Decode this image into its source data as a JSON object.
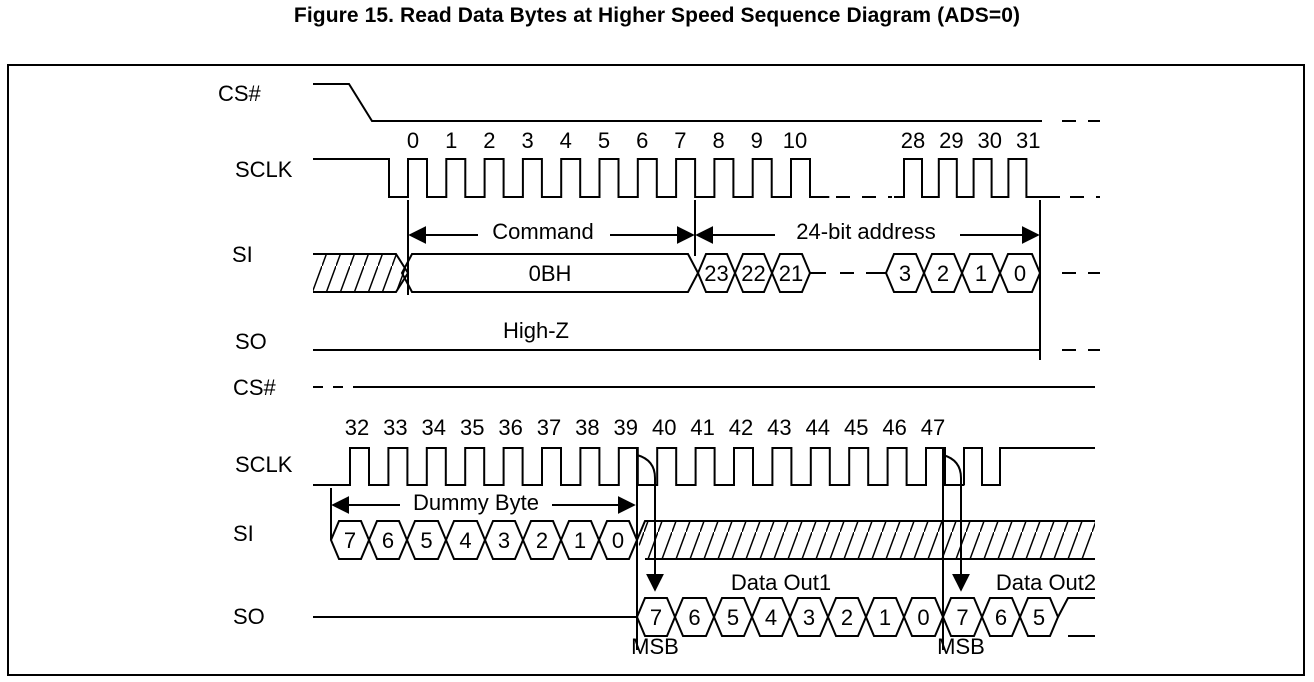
{
  "title": "Figure 15. Read Data Bytes at Higher Speed Sequence Diagram (ADS=0)",
  "signals": {
    "top": [
      "CS#",
      "SCLK",
      "SI",
      "SO"
    ],
    "bottom": [
      "CS#",
      "SCLK",
      "SI",
      "SO"
    ]
  },
  "clock_numbers": {
    "top_first": [
      "0",
      "1",
      "2",
      "3",
      "4",
      "5",
      "6",
      "7",
      "8",
      "9",
      "10"
    ],
    "top_last": [
      "28",
      "29",
      "30",
      "31"
    ],
    "bottom": [
      "32",
      "33",
      "34",
      "35",
      "36",
      "37",
      "38",
      "39",
      "40",
      "41",
      "42",
      "43",
      "44",
      "45",
      "46",
      "47"
    ]
  },
  "labels": {
    "command": "Command",
    "address": "24-bit address",
    "opcode": "0BH",
    "high_z": "High-Z",
    "dummy": "Dummy Byte",
    "data_out1": "Data Out1",
    "data_out2": "Data Out2",
    "msb": "MSB"
  },
  "bits": {
    "si_address_high": [
      "23",
      "22",
      "21"
    ],
    "si_address_low": [
      "3",
      "2",
      "1",
      "0"
    ],
    "si_dummy": [
      "7",
      "6",
      "5",
      "4",
      "3",
      "2",
      "1",
      "0"
    ],
    "so_data1": [
      "7",
      "6",
      "5",
      "4",
      "3",
      "2",
      "1",
      "0"
    ],
    "so_data2": [
      "7",
      "6",
      "5"
    ]
  }
}
